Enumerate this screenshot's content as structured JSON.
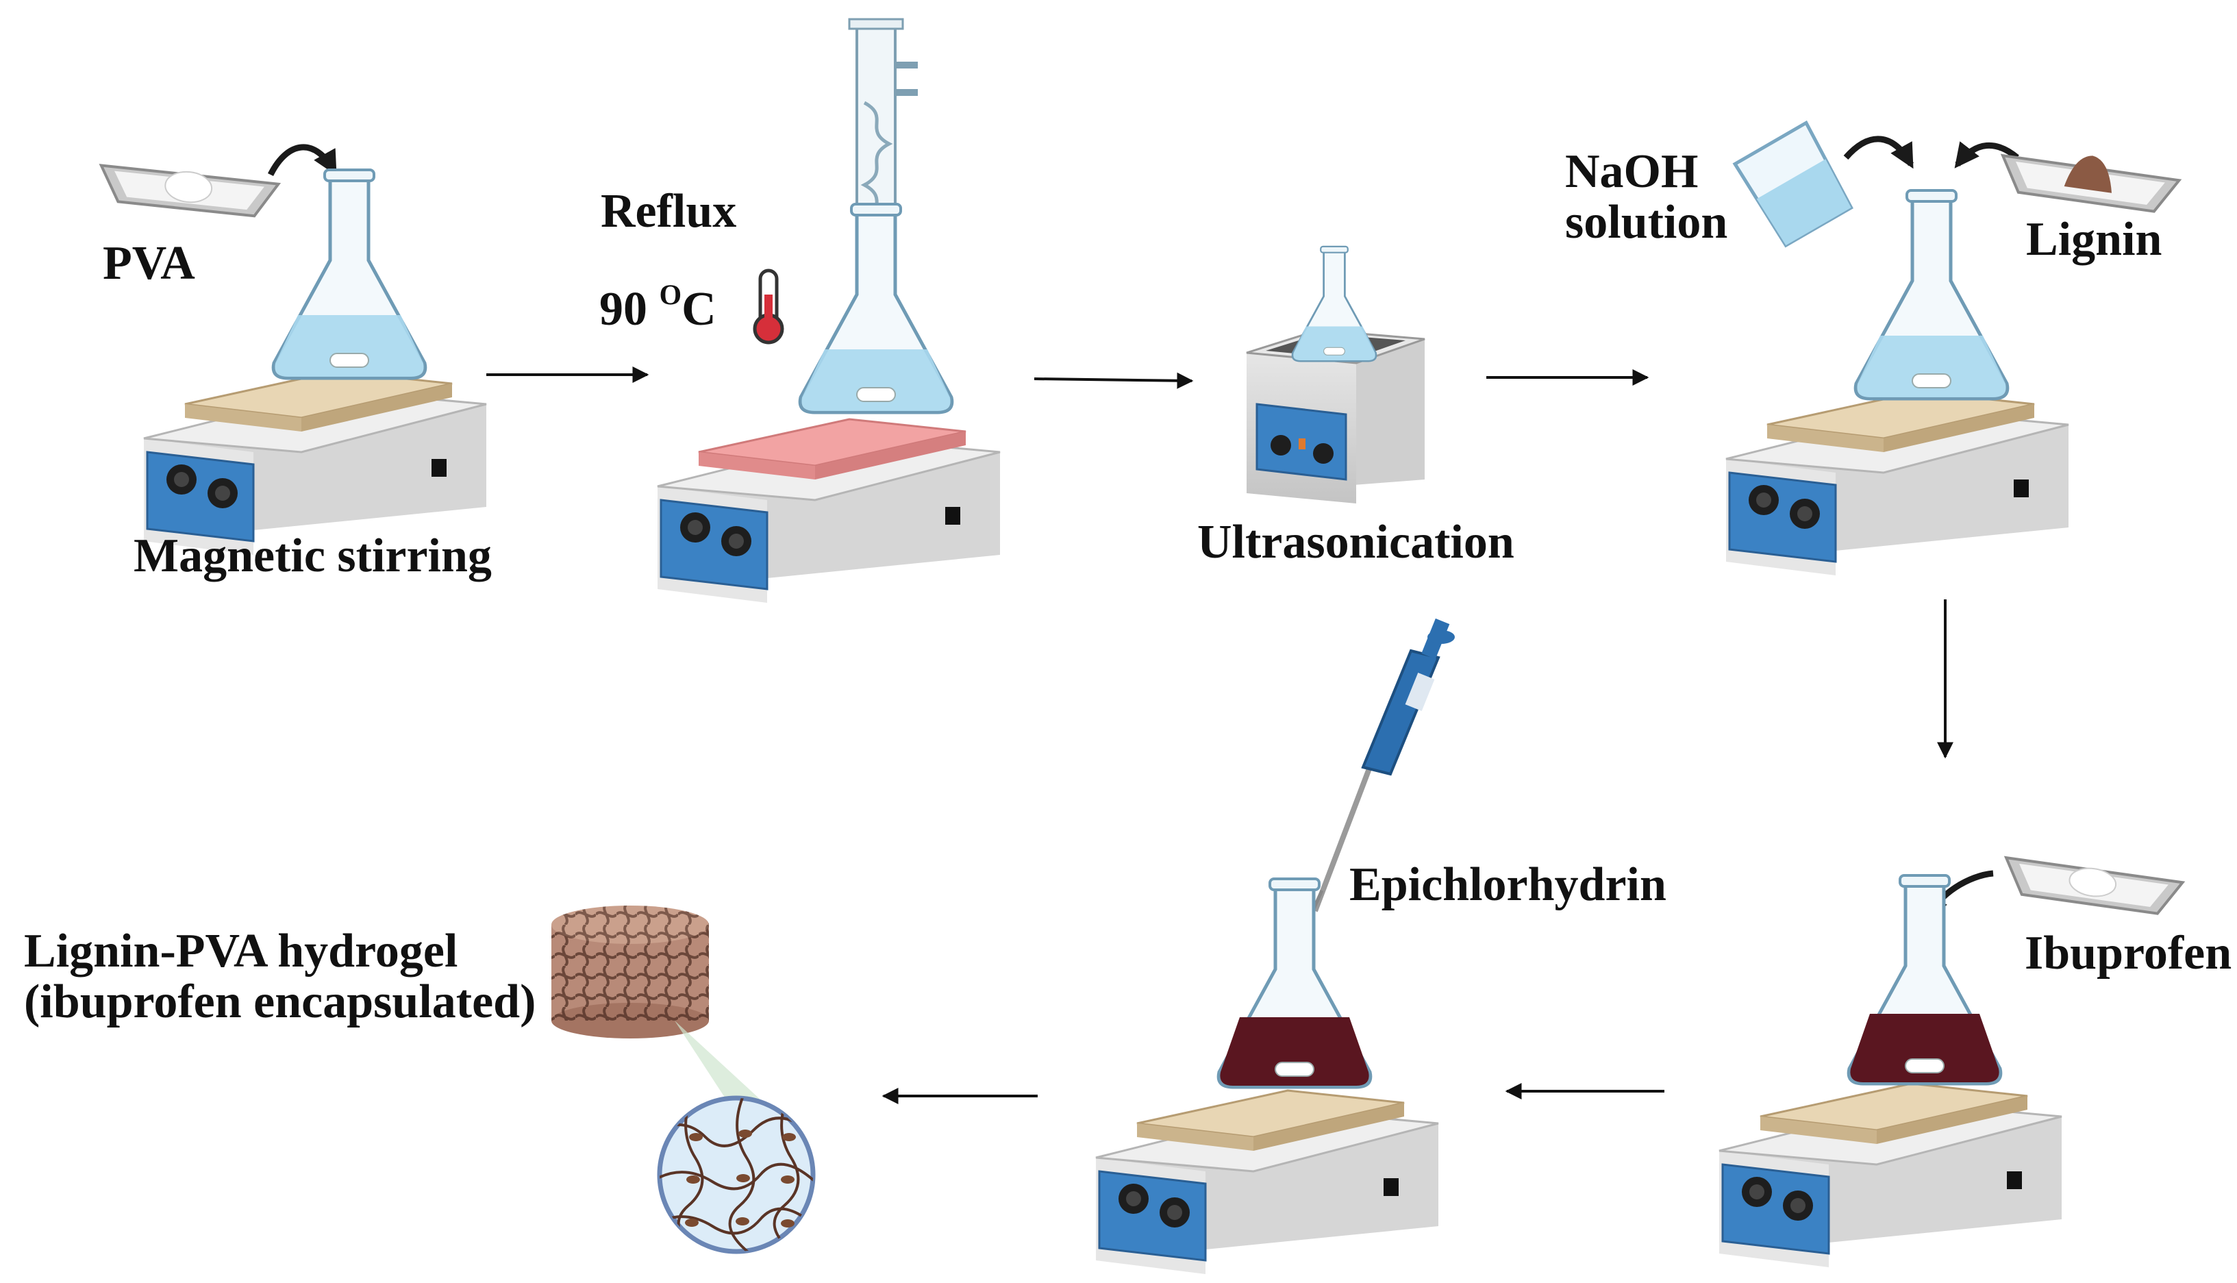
{
  "labels": {
    "pva": "PVA",
    "magnetic_stirring": "Magnetic stirring",
    "reflux": "Reflux",
    "temp_value": "90 ",
    "temp_degree": "O",
    "temp_unit": "C",
    "ultrasonication": "Ultrasonication",
    "naoh_line1": "NaOH",
    "naoh_line2": "solution",
    "lignin": "Lignin",
    "ibuprofen": "Ibuprofen",
    "epichlorhydrin": "Epichlorhydrin",
    "product_line1": "Lignin-PVA hydrogel",
    "product_line2": "(ibuprofen encapsulated)"
  },
  "colors": {
    "hotplate_body": "#dcdcdc",
    "hotplate_panel": "#3b82c4",
    "hotplate_top": "#e8d6b4",
    "heated_top": "#f2a3a3",
    "clear_solution": "#a9d8ee",
    "dark_solution": "#5a1620",
    "lignin_powder": "#8b5a44",
    "hydrogel": "#b88a78",
    "pipette_blue": "#2c6fb0",
    "arrow": "#111111"
  },
  "icons": [
    "weigh-boat-icon",
    "flask-icon",
    "hotplate-stirrer-icon",
    "reflux-condenser-icon",
    "thermometer-icon",
    "ultrasonic-bath-icon",
    "beaker-icon",
    "pipette-icon",
    "hydrogel-disc-icon",
    "polymer-network-icon",
    "curved-arrow-icon"
  ]
}
